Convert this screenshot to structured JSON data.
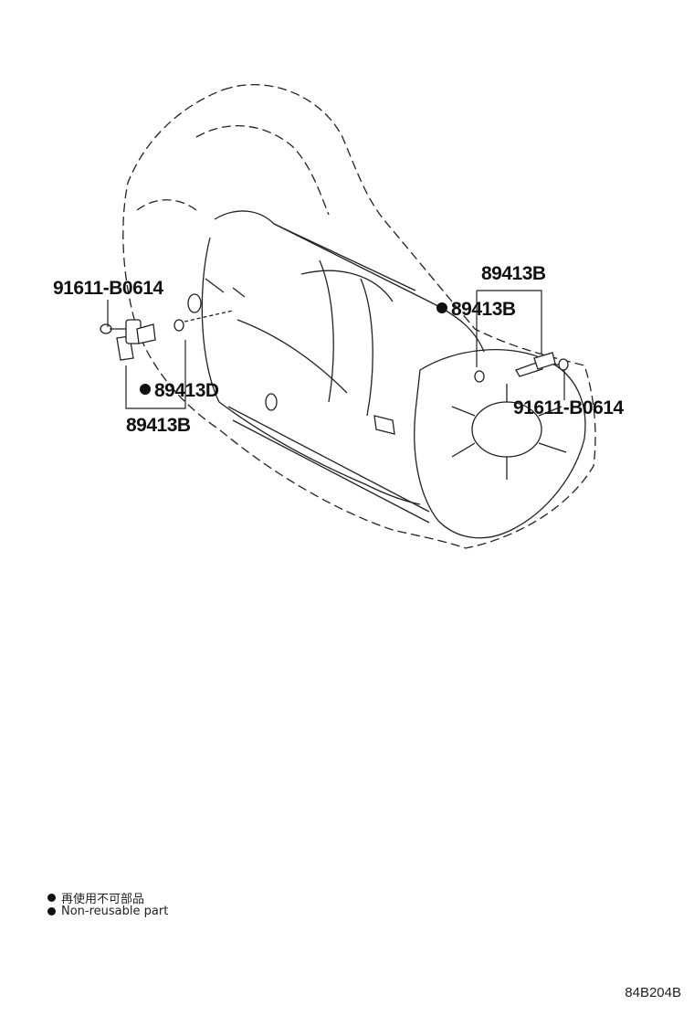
{
  "callouts": {
    "left_bolt": "91611-B0614",
    "left_gasket": "89413D",
    "left_sensor": "89413B",
    "right_group": "89413B",
    "right_sensor": "89413B",
    "right_bolt": "91611-B0614"
  },
  "legend": {
    "jp": "再使用不可部品",
    "en": "Non-reusable part"
  },
  "diagram_code": "84B204B"
}
